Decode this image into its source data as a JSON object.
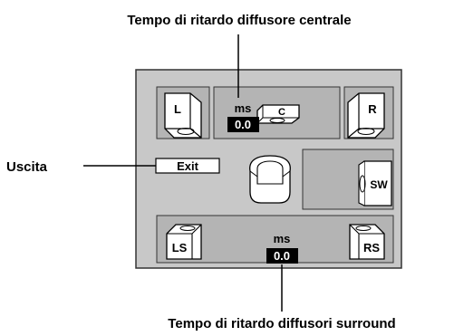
{
  "callouts": {
    "center_delay": "Tempo di ritardo diffusore centrale",
    "exit": "Uscita",
    "surround_delay": "Tempo di ritardo diffusori surround"
  },
  "panel": {
    "exit_button": "Exit",
    "center_unit": "ms",
    "center_value": "0.0",
    "surround_unit": "ms",
    "surround_value": "0.0"
  },
  "speakers": {
    "front_left": "L",
    "center": "C",
    "front_right": "R",
    "subwoofer": "SW",
    "surround_left": "LS",
    "surround_right": "RS"
  },
  "colors": {
    "panel_fill": "#c8c8c8",
    "zone_fill": "#b4b4b4",
    "value_box": "#000000"
  },
  "icons": [
    "speaker-l-icon",
    "speaker-c-icon",
    "speaker-r-icon",
    "speaker-sw-icon",
    "speaker-ls-icon",
    "speaker-rs-icon",
    "listener-seat-icon"
  ]
}
